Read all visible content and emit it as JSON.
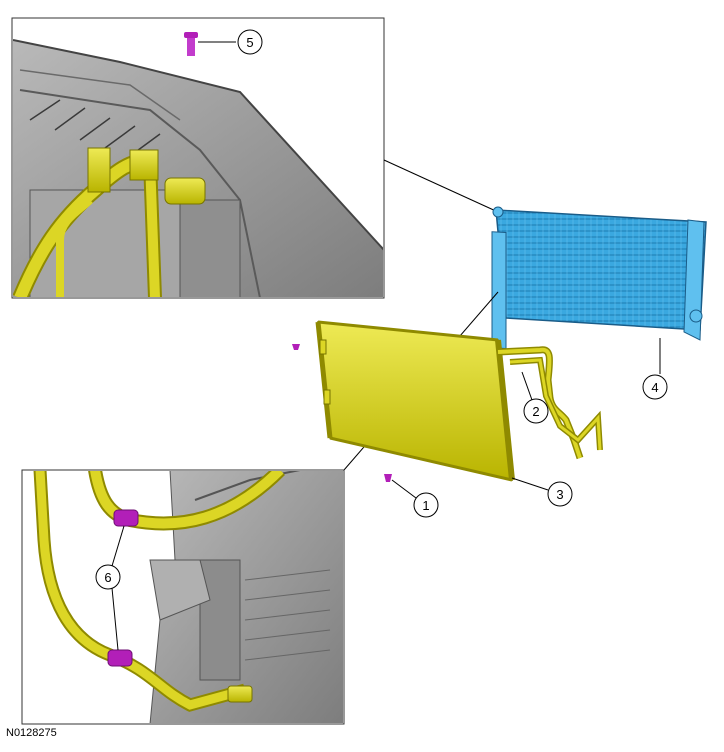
{
  "diagram": {
    "figure_id": "N0128275",
    "callouts": [
      "1",
      "2",
      "3",
      "4",
      "5",
      "6"
    ],
    "colors": {
      "radiator": "#3aa8e0",
      "condenser": "#d7d21a",
      "fastener": "#b21fb8",
      "housing": "#9c9c9c",
      "frame": "#555555"
    },
    "components": {
      "fastener_icon": "pushpin-icon",
      "clip_icon": "clip-icon"
    }
  }
}
